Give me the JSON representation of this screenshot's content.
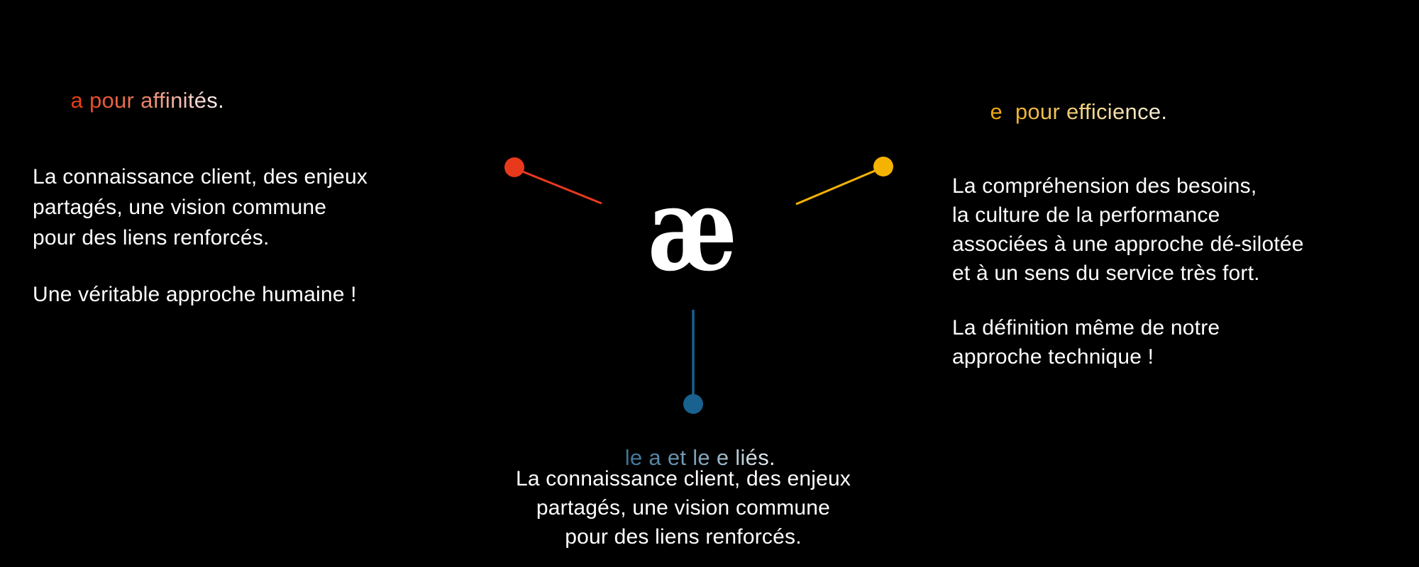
{
  "colors": {
    "background": "#000000",
    "body_text": "#ffffff",
    "red": "#e8391c",
    "yellow": "#f4b301",
    "blue": "#19618f",
    "red_grad_start": "#e6390f",
    "red_grad_mid": "#e87a5e",
    "red_grad_end": "#ffffff",
    "yellow_grad_start": "#eda50a",
    "yellow_grad_mid": "#f2cf7a",
    "yellow_grad_end": "#f6efdc",
    "blue_grad_start": "#3c7297",
    "blue_grad_mid": "#8aa9bd",
    "blue_grad_end": "#f2f5f7"
  },
  "left": {
    "heading": "a pour affinités.",
    "para1": [
      "La connaissance client, des enjeux",
      "partagés, une vision commune",
      "pour des liens renforcés."
    ],
    "para2": "Une véritable approche humaine !"
  },
  "center": {
    "logo": "æ",
    "heading": "le a et le e liés.",
    "para": [
      "La connaissance client, des enjeux",
      "partagés, une vision commune",
      "pour des liens renforcés."
    ]
  },
  "right": {
    "heading": "e  pour efficience.",
    "para1": [
      "La compréhension des besoins,",
      "la culture de la performance",
      "associées à une approche dé-silotée",
      "et à un sens du service très fort."
    ],
    "para2": [
      "La définition même de notre",
      "approche technique !"
    ]
  }
}
